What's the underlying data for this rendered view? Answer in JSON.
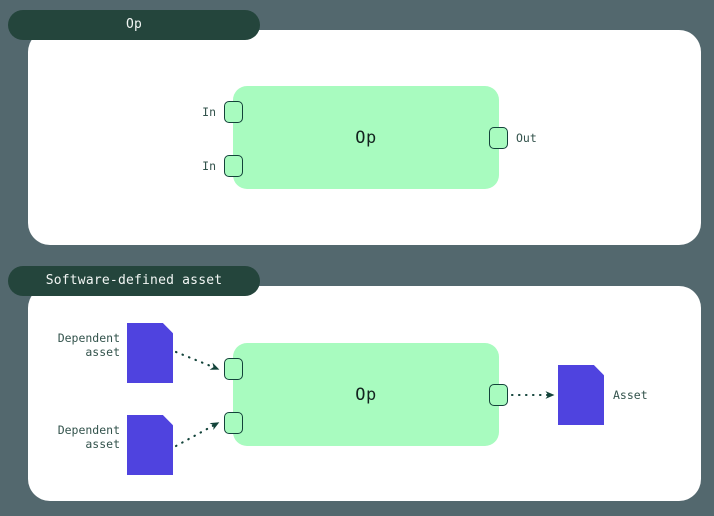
{
  "colors": {
    "background": "#53686E",
    "panel": "#FFFFFF",
    "tab": "#24453C",
    "tab_text": "#F2F6F4",
    "op_fill": "#A8FBBF",
    "port_border": "#13433A",
    "asset_purple": "#4F43DF",
    "label_text": "#33534C"
  },
  "panels": [
    {
      "id": "op-panel",
      "tab_label": "Op",
      "op_label": "Op",
      "inputs": [
        {
          "label": "In"
        },
        {
          "label": "In"
        }
      ],
      "outputs": [
        {
          "label": "Out"
        }
      ]
    },
    {
      "id": "software-defined-asset-panel",
      "tab_label": "Software-defined asset",
      "op_label": "Op",
      "dependent_assets": [
        {
          "label": "Dependent\nasset"
        },
        {
          "label": "Dependent\nasset"
        }
      ],
      "output_asset": {
        "label": "Asset"
      }
    }
  ],
  "icons": {
    "asset_doc": "document-icon",
    "arrow": "dotted-arrow-icon",
    "port": "connector-port-icon"
  }
}
